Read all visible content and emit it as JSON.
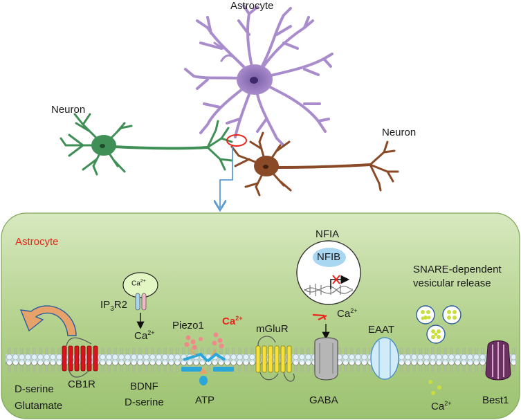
{
  "labels": {
    "astrocyte_top": "Astrocyte",
    "neuron_left": "Neuron",
    "neuron_right": "Neuron",
    "astrocyte_panel": "Astrocyte",
    "nfia": "NFIA",
    "nfib": "NFIB",
    "snare_line1": "SNARE-dependent",
    "snare_line2": "vesicular release",
    "ca_symbol": "Ca",
    "ca_charge": "2+",
    "ip3r2_main": "IP",
    "ip3r2_sub": "3",
    "ip3r2_end": "R2",
    "piezo1": "Piezo1",
    "mglur": "mGluR",
    "eaat": "EAAT",
    "cb1r": "CB1R",
    "d_serine": "D-serine",
    "glutamate": "Glutamate",
    "bdnf": "BDNF",
    "atp": "ATP",
    "gaba": "GABA",
    "best1": "Best1"
  },
  "colors": {
    "panel_fill": "#a6c97c",
    "panel_fill_light": "#d3e6b9",
    "astrocyte": "#a98ccc",
    "neuron_left": "#3f8f56",
    "neuron_right": "#8a4a28",
    "accent_red": "#e8251b",
    "connector_blue": "#5b9bd5"
  }
}
